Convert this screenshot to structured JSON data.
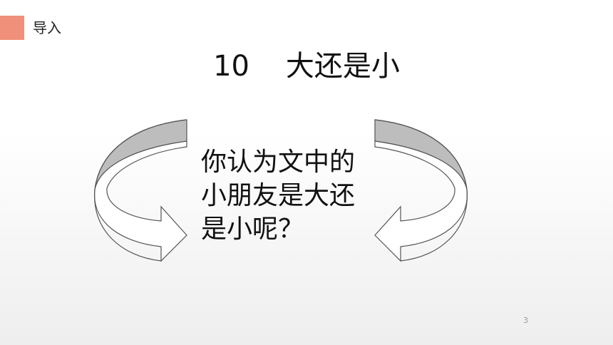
{
  "header": {
    "section_tag": "导入",
    "accent_color": "#f0907a"
  },
  "title": "10    大还是小",
  "question_lines": [
    "你认为文中的",
    "小朋友是大还",
    "是小呢？"
  ],
  "page_number": "3",
  "icons": [
    "curved-arrow-left-icon",
    "curved-arrow-right-icon"
  ]
}
